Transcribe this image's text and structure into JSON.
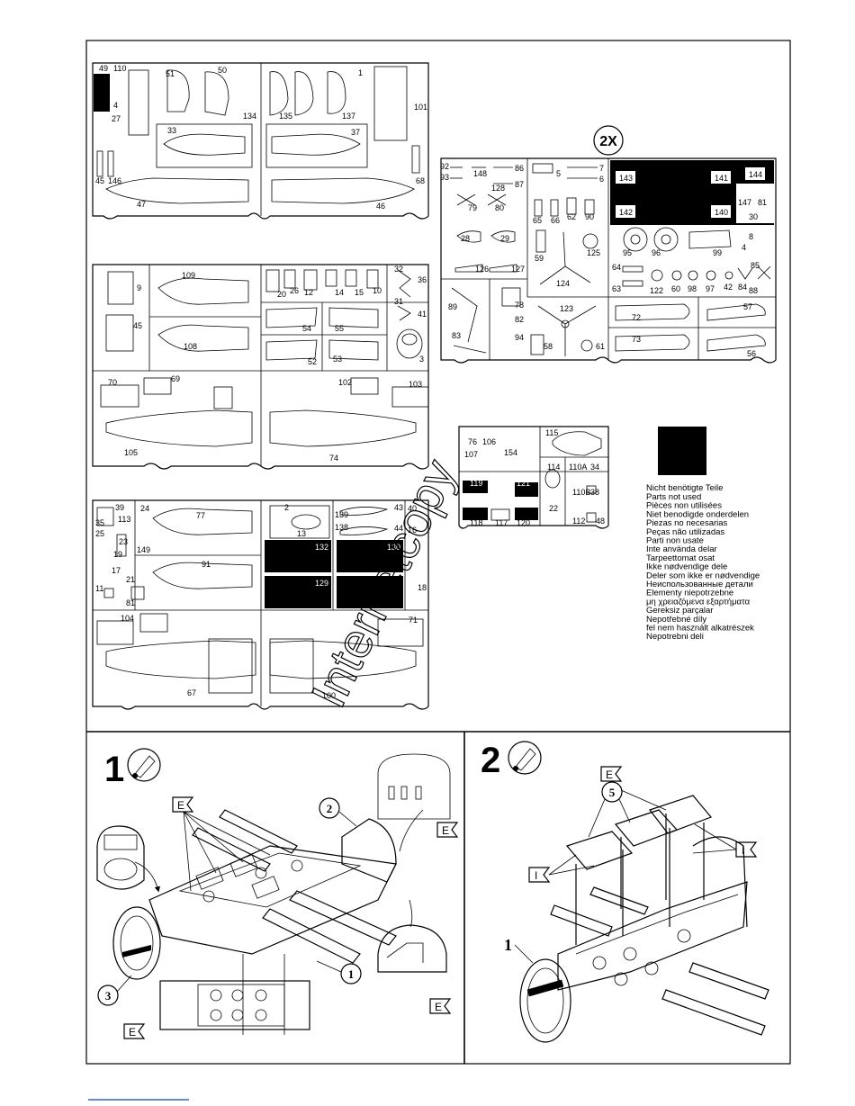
{
  "multiplier": "2X",
  "not_used_title": "Nicht benötigte Teile",
  "not_used_langs": [
    "Parts not used",
    "Pièces non utilisées",
    "Niet benodigde onderdelen",
    "Piezas no necesarias",
    "Peças não utilizadas",
    "Parti non usate",
    "Inte använda delar",
    "Tarpeettomat osat",
    "Ikke nødvendige dele",
    "Deler som ikke er nødvendige",
    "Неиспользованные детали",
    "Elementy niepotrzebne",
    "μη χρειαζόμενα εξαρτήματα",
    "Gereksiz parçalar",
    "Nepotřebné díly",
    "fel nem használt alkatrészek",
    "Nepotrebni deli"
  ],
  "watermark": "Internetcopy",
  "step1": {
    "number": "1",
    "callouts": [
      "2",
      "3",
      "1"
    ]
  },
  "step2": {
    "number": "2",
    "callouts": [
      "5",
      "1"
    ]
  },
  "sprue_tag_e": "E",
  "sprue_tag_i": "I",
  "frame_a_labels": [
    "49",
    "110",
    "4",
    "27",
    "51",
    "50",
    "134",
    "135",
    "137",
    "1",
    "101",
    "33",
    "37",
    "45",
    "146",
    "47",
    "46",
    "68"
  ],
  "frame_b_labels": [
    "9",
    "45",
    "109",
    "108",
    "20",
    "26",
    "12",
    "14",
    "15",
    "10",
    "32",
    "36",
    "31",
    "41",
    "3",
    "54",
    "55",
    "52",
    "53",
    "70",
    "69",
    "105",
    "102",
    "103",
    "74"
  ],
  "frame_c_labels": [
    "39",
    "113",
    "24",
    "35",
    "25",
    "23",
    "19",
    "149",
    "17",
    "21",
    "11",
    "81",
    "77",
    "91",
    "2",
    "13",
    "139",
    "43",
    "138",
    "44",
    "40",
    "16",
    "132",
    "130",
    "129",
    "18",
    "104",
    "67",
    "71",
    "100"
  ],
  "frame_d_labels": [
    "92",
    "93",
    "148",
    "86",
    "128",
    "87",
    "79",
    "80",
    "7",
    "5",
    "6",
    "65",
    "66",
    "62",
    "90",
    "28",
    "29",
    "59",
    "125",
    "126",
    "127",
    "124",
    "143",
    "141",
    "144",
    "147",
    "81",
    "30",
    "142",
    "140",
    "8",
    "4",
    "95",
    "96",
    "99",
    "64",
    "63",
    "122",
    "60",
    "98",
    "97",
    "42",
    "84",
    "85",
    "88",
    "89",
    "78",
    "82",
    "83",
    "94",
    "58",
    "123",
    "61",
    "72",
    "57",
    "73",
    "56"
  ],
  "frame_e_labels": [
    "76",
    "106",
    "107",
    "115",
    "154",
    "114",
    "110A",
    "34",
    "110B",
    "38",
    "119",
    "121",
    "22",
    "112",
    "48",
    "118",
    "117",
    "120"
  ]
}
